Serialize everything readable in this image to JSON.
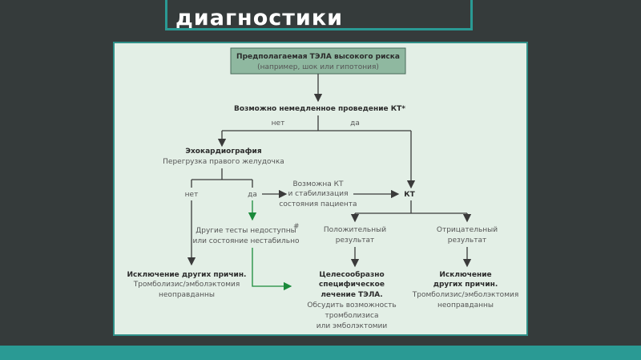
{
  "header": {
    "title": "диагностики"
  },
  "flowchart": {
    "start_line1": "Предполагаемая ТЭЛА высокого риска",
    "start_line2": "(например, шок или гипотония)",
    "ct_question": "Возможно немедленное проведение КТ*",
    "no1": "нет",
    "yes1": "да",
    "echo_title": "Эхокардиография",
    "echo_sub": "Перегрузка правого желудочка",
    "no2": "нет",
    "yes2": "да",
    "ct_possible_1": "Возможна КТ",
    "ct_possible_2": "и стабилизация",
    "ct_possible_3": "состояния пациента",
    "ct": "КТ",
    "other_tests_1": "Другие тесты недоступны",
    "other_tests_mark": "#",
    "other_tests_2": "или состояние нестабильно",
    "positive_1": "Положительный",
    "positive_2": "результат",
    "negative_1": "Отрицательный",
    "negative_2": "результат",
    "excl_left_1": "Исключение других причин.",
    "excl_left_2": "Тромболизис/эмболэктомия",
    "excl_left_3": "неоправданны",
    "treat_1": "Целесообразно",
    "treat_2": "специфическое",
    "treat_3": "лечение ТЭЛА.",
    "treat_4": "Обсудить возможность",
    "treat_5": "тромболизиса",
    "treat_6": "или эмболэктомии",
    "excl_right_1": "Исключение",
    "excl_right_2": "других причин.",
    "excl_right_3": "Тромболизис/эмболэктомия",
    "excl_right_4": "неоправданны"
  },
  "colors": {
    "background": "#353b3b",
    "accent": "#2a9a94",
    "panel": "#e3efe6",
    "start_box": "#8fb8a0",
    "green_arrow": "#1a8a3a",
    "line": "#3a3a3a"
  }
}
